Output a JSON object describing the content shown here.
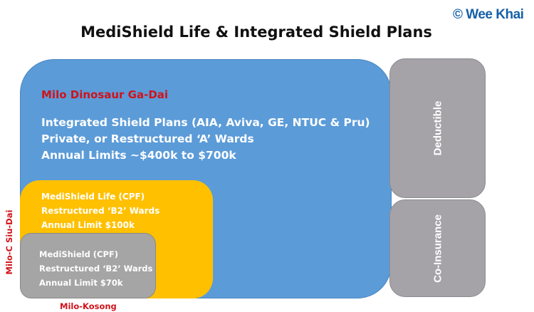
{
  "title": "MediShield Life & Integrated Shield Plans",
  "watermark": "© Wee Khai",
  "blue_box": {
    "heading": "Milo Dinosaur Ga-Dai",
    "lines": [
      "Integrated Shield Plans (AIA, Aviva, GE, NTUC & Pru)",
      "Private, or Restructured ‘A’ Wards",
      "Annual Limits ~$400k to $700k"
    ]
  },
  "yellow_box": {
    "lines": [
      "MediShield Life (CPF)",
      "Restructured ‘B2’ Wards",
      "Annual Limit $100k"
    ]
  },
  "gray_box": {
    "lines": [
      "MediShield (CPF)",
      "Restructured ‘B2’ Wards",
      "Annual Limit $70k"
    ]
  },
  "side_boxes": {
    "deductible": "Deductible",
    "co_insurance": "Co-Insurance"
  },
  "labels": {
    "siu_dai": "Milo-C Siu-Dai",
    "kosong": "Milo-Kosong"
  }
}
